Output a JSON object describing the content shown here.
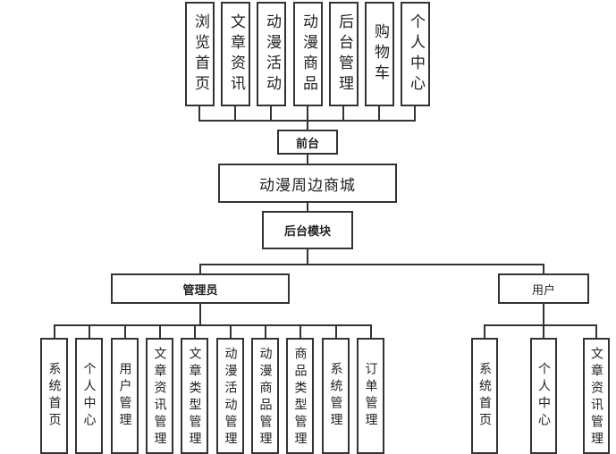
{
  "root": {
    "title": "动漫周边商城"
  },
  "frontend": {
    "label": "前台",
    "modules": [
      "浏览首页",
      "文章资讯",
      "动漫活动",
      "动漫商品",
      "后台管理",
      "购物车",
      "个人中心"
    ]
  },
  "backend": {
    "label": "后台模块",
    "roles": [
      {
        "label": "管理员",
        "modules": [
          "系统首页",
          "个人中心",
          "用户管理",
          "文章资讯管理",
          "文章类型管理",
          "动漫活动管理",
          "动漫商品管理",
          "商品类型管理",
          "系统管理",
          "订单管理"
        ]
      },
      {
        "label": "用户",
        "modules": [
          "系统首页",
          "个人中心",
          "文章资讯管理"
        ]
      }
    ]
  }
}
